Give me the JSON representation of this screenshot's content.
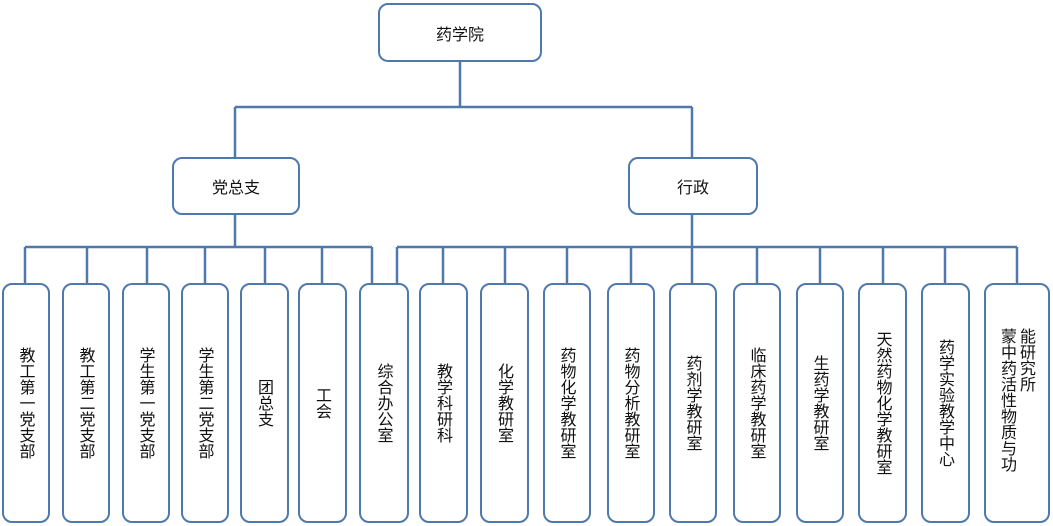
{
  "root": {
    "label": "药学院"
  },
  "branches": {
    "party": {
      "label": "党总支",
      "children": [
        "教工第一党支部",
        "教工第二党支部",
        "学生第一党支部",
        "学生第二党支部",
        "团总支",
        "工会"
      ]
    },
    "admin": {
      "label": "行政",
      "children": [
        "综合办公室",
        "教学科研科",
        "化学教研室",
        "药物化学教研室",
        "药物分析教研室",
        "药剂学教研室",
        "临床药学教研室",
        "生药学教研室",
        "天然药物化学教研室",
        "药学实验教学中心",
        "蒙中药活性物质与功能研究所"
      ]
    }
  },
  "colors": {
    "line": "#4f79ad",
    "box_border": "#4f79ad",
    "text": "#111111"
  }
}
